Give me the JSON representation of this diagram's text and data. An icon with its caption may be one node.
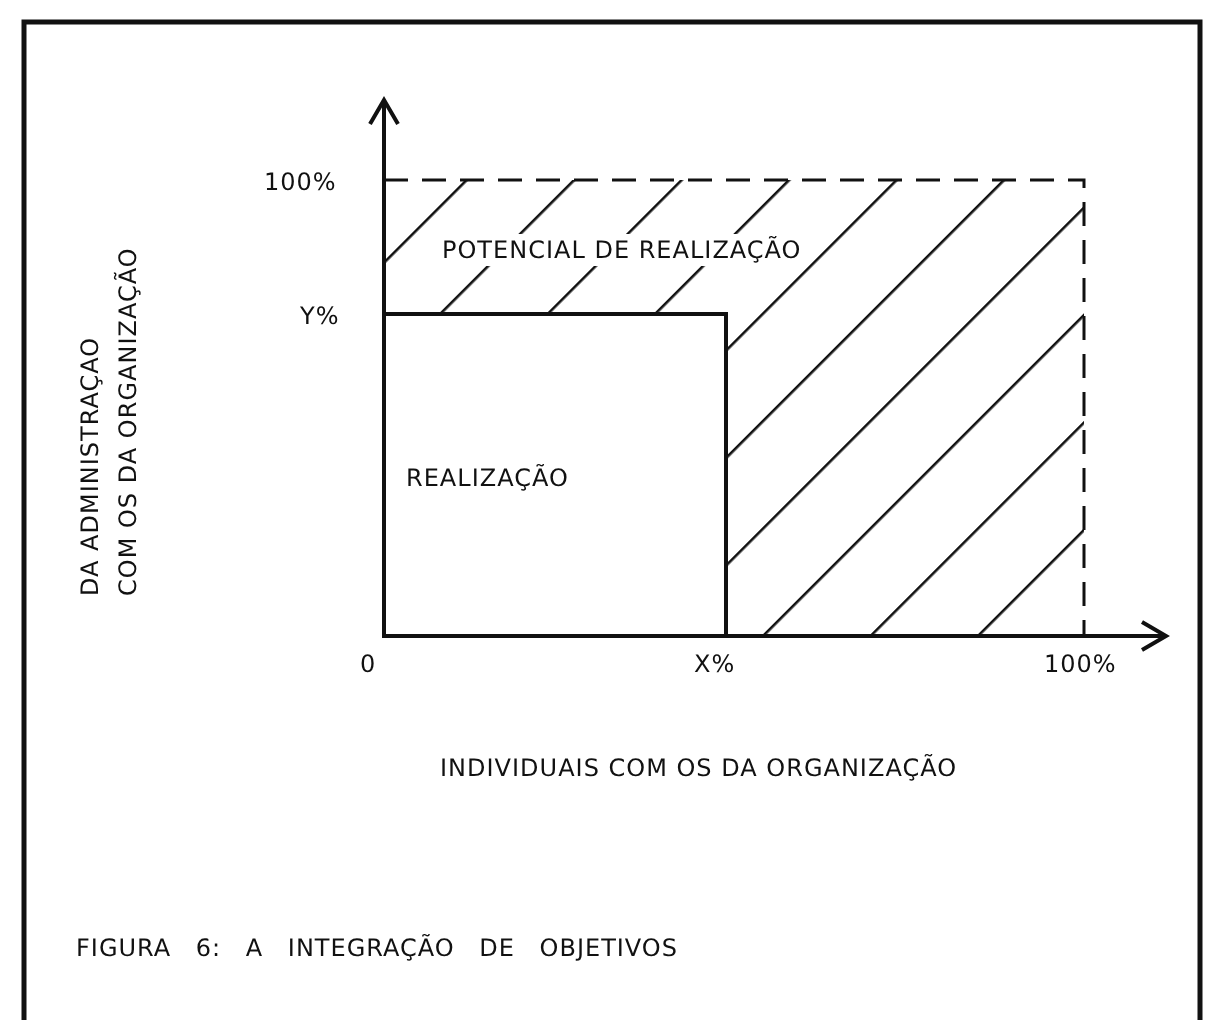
{
  "diagram": {
    "caption": "FIGURA 6: A INTEGRAÇÃO DE OBJETIVOS",
    "nodes": [
      {
        "text": [
          "POTENCIAL DE REALIZAÇÃO"
        ]
      },
      {
        "text": [
          "REALIZAÇÃO"
        ]
      }
    ],
    "labels": [
      "100%",
      "Y%",
      "0",
      "X%",
      "100%",
      "DA ADMINISTRAÇAO",
      "COM OS DA ORGANIZAÇÃO",
      "INDIVIDUAIS COM OS DA ORGANIZAÇÃO"
    ]
  }
}
